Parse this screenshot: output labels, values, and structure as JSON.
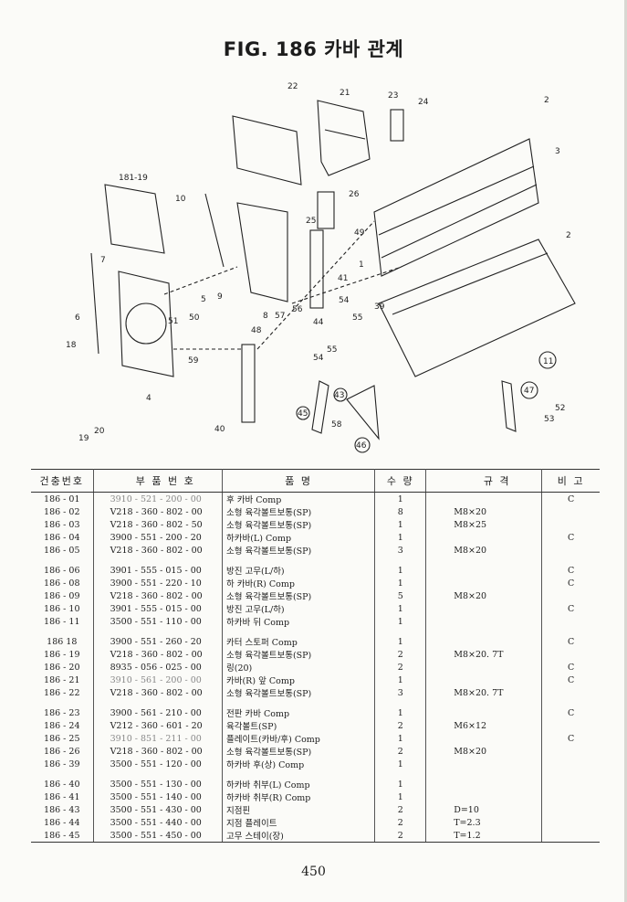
{
  "title": "FIG. 186 카바 관계",
  "callouts": [
    "22",
    "21",
    "23",
    "24",
    "2",
    "3",
    "181-19",
    "10",
    "26",
    "25",
    "49",
    "1",
    "2",
    "7",
    "41",
    "9",
    "5",
    "6",
    "8",
    "57",
    "56",
    "54",
    "39",
    "50",
    "51",
    "48",
    "44",
    "55",
    "18",
    "59",
    "54",
    "55",
    "11",
    "4",
    "43",
    "47",
    "52",
    "53",
    "20",
    "19",
    "40",
    "45",
    "58",
    "46"
  ],
  "table": {
    "headers": [
      "건충번호",
      "부 품 번 호",
      "품 명",
      "수 량",
      "규 격",
      "비 고"
    ],
    "rows": [
      {
        "no": "186 - 01",
        "part": "3910 - 521 - 200 - 00",
        "name": "후 카바 Comp",
        "qty": "1",
        "spec": "",
        "remark": "C",
        "faded": true
      },
      {
        "no": "186 - 02",
        "part": "V218 - 360 - 802 - 00",
        "name": "소형 육각볼트보통(SP)",
        "qty": "8",
        "spec": "M8×20",
        "remark": ""
      },
      {
        "no": "186 - 03",
        "part": "V218 - 360 - 802 - 50",
        "name": "소형 육각볼트보통(SP)",
        "qty": "1",
        "spec": "M8×25",
        "remark": ""
      },
      {
        "no": "186 - 04",
        "part": "3900 - 551 - 200 - 20",
        "name": "하카바(L) Comp",
        "qty": "1",
        "spec": "",
        "remark": "C"
      },
      {
        "no": "186 - 05",
        "part": "V218 - 360 - 802 - 00",
        "name": "소형 육각볼트보통(SP)",
        "qty": "3",
        "spec": "M8×20",
        "remark": ""
      },
      {
        "gap": true
      },
      {
        "no": "186 - 06",
        "part": "3901 - 555 - 015 - 00",
        "name": "방진 고무(L/하)",
        "qty": "1",
        "spec": "",
        "remark": "C"
      },
      {
        "no": "186 - 08",
        "part": "3900 - 551 - 220 - 10",
        "name": "하 카바(R) Comp",
        "qty": "1",
        "spec": "",
        "remark": "C"
      },
      {
        "no": "186 - 09",
        "part": "V218 - 360 - 802 - 00",
        "name": "소형 육각볼트보통(SP)",
        "qty": "5",
        "spec": "M8×20",
        "remark": ""
      },
      {
        "no": "186 - 10",
        "part": "3901 - 555 - 015 - 00",
        "name": "방진 고무(L/하)",
        "qty": "1",
        "spec": "",
        "remark": "C"
      },
      {
        "no": "186 - 11",
        "part": "3500 - 551 - 110 - 00",
        "name": "하카바 뒤 Comp",
        "qty": "1",
        "spec": "",
        "remark": ""
      },
      {
        "gap": true
      },
      {
        "no": "186   18",
        "part": "3900 - 551 - 260 - 20",
        "name": "카터 스토퍼 Comp",
        "qty": "1",
        "spec": "",
        "remark": "C"
      },
      {
        "no": "186 - 19",
        "part": "V218 - 360 - 802 - 00",
        "name": "소형 육각볼트보통(SP)",
        "qty": "2",
        "spec": "M8×20. 7T",
        "remark": ""
      },
      {
        "no": "186 - 20",
        "part": "8935 - 056 - 025 - 00",
        "name": "링(20)",
        "qty": "2",
        "spec": "",
        "remark": "C"
      },
      {
        "no": "186 - 21",
        "part": "3910 - 561 - 200 - 00",
        "name": "카바(R) 앞 Comp",
        "qty": "1",
        "spec": "",
        "remark": "C",
        "faded": true
      },
      {
        "no": "186 - 22",
        "part": "V218 - 360 - 802 - 00",
        "name": "소형 육각볼트보통(SP)",
        "qty": "3",
        "spec": "M8×20. 7T",
        "remark": ""
      },
      {
        "gap": true
      },
      {
        "no": "186 - 23",
        "part": "3900 - 561 - 210 - 00",
        "name": "전판 카바 Comp",
        "qty": "1",
        "spec": "",
        "remark": "C"
      },
      {
        "no": "186 - 24",
        "part": "V212 - 360 - 601 - 20",
        "name": "육각볼트(SP)",
        "qty": "2",
        "spec": "M6×12",
        "remark": ""
      },
      {
        "no": "186 - 25",
        "part": "3910 - 851 - 211 - 00",
        "name": "플레이트(카바/후) Comp",
        "qty": "1",
        "spec": "",
        "remark": "C",
        "faded": true
      },
      {
        "no": "186 - 26",
        "part": "V218 - 360 - 802 - 00",
        "name": "소형 육각볼트보통(SP)",
        "qty": "2",
        "spec": "M8×20",
        "remark": ""
      },
      {
        "no": "186 - 39",
        "part": "3500 - 551 - 120 - 00",
        "name": "하카바 후(상) Comp",
        "qty": "1",
        "spec": "",
        "remark": ""
      },
      {
        "gap": true
      },
      {
        "no": "186 - 40",
        "part": "3500 - 551 - 130 - 00",
        "name": "하카바 취부(L) Comp",
        "qty": "1",
        "spec": "",
        "remark": ""
      },
      {
        "no": "186 - 41",
        "part": "3500 - 551 - 140 - 00",
        "name": "하카바 취부(R) Comp",
        "qty": "1",
        "spec": "",
        "remark": ""
      },
      {
        "no": "186 - 43",
        "part": "3500 - 551 - 430 - 00",
        "name": "지점핀",
        "qty": "2",
        "spec": "D=10",
        "remark": ""
      },
      {
        "no": "186 - 44",
        "part": "3500 - 551 - 440 - 00",
        "name": "지점 플레이트",
        "qty": "2",
        "spec": "T=2.3",
        "remark": ""
      },
      {
        "no": "186 - 45",
        "part": "3500 - 551 - 450 - 00",
        "name": "고무 스테이(장)",
        "qty": "2",
        "spec": "T=1.2",
        "remark": ""
      }
    ]
  },
  "page_number": "450"
}
